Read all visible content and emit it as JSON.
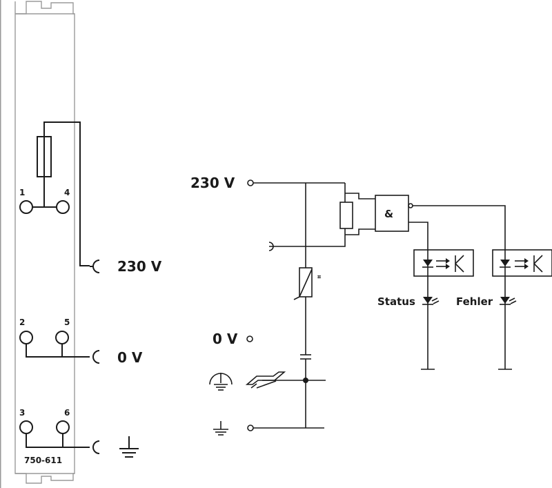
{
  "module": {
    "part_number": "750-611",
    "terminals": [
      "1",
      "2",
      "3",
      "4",
      "5",
      "6"
    ]
  },
  "left_labels": {
    "supply": "230 V",
    "zero": "0 V"
  },
  "schematic": {
    "supply": "230 V",
    "zero": "0 V",
    "and_gate": "&",
    "status": "Status",
    "fault": "Fehler",
    "varistor_mark": "⌗"
  },
  "icons": [
    "ground-icon",
    "chassis-ground-icon",
    "din-rail-icon",
    "led-icon",
    "optocoupler-icon",
    "fuse-icon",
    "varistor-icon",
    "capacitor-icon"
  ]
}
